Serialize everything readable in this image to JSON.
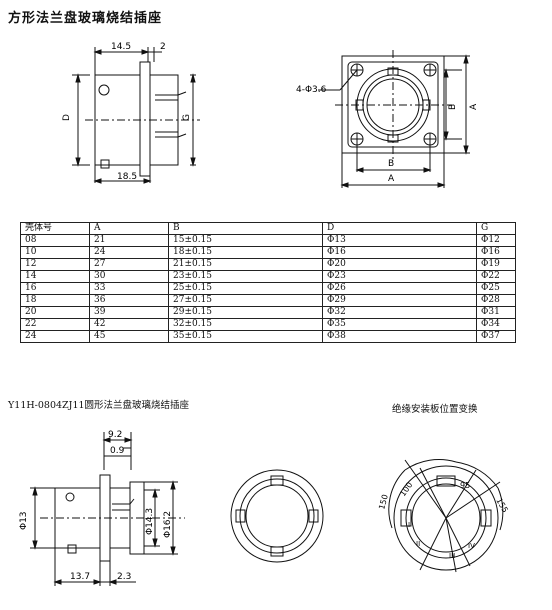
{
  "title": "方形法兰盘玻璃烧结插座",
  "top_side_view": {
    "dim_width": "14.5",
    "dim_flange": "2",
    "dim_bottom": "18.5",
    "label_d": "D",
    "label_g": "G"
  },
  "top_front_view": {
    "hole_label": "4-Φ3.6",
    "label_a": "A",
    "label_b": "B"
  },
  "table": {
    "headers": [
      "壳体号",
      "A",
      "B",
      "D",
      "G"
    ],
    "rows": [
      [
        "08",
        "21",
        "15±0.15",
        "Φ13",
        "Φ12"
      ],
      [
        "10",
        "24",
        "18±0.15",
        "Φ16",
        "Φ16"
      ],
      [
        "12",
        "27",
        "21±0.15",
        "Φ20",
        "Φ19"
      ],
      [
        "14",
        "30",
        "23±0.15",
        "Φ23",
        "Φ22"
      ],
      [
        "16",
        "33",
        "25±0.15",
        "Φ26",
        "Φ25"
      ],
      [
        "18",
        "36",
        "27±0.15",
        "Φ29",
        "Φ28"
      ],
      [
        "20",
        "39",
        "29±0.15",
        "Φ32",
        "Φ31"
      ],
      [
        "22",
        "42",
        "32±0.15",
        "Φ35",
        "Φ34"
      ],
      [
        "24",
        "45",
        "35±0.15",
        "Φ38",
        "Φ37"
      ]
    ]
  },
  "bottom_left_caption": "Y11H-0804ZJ11圆形法兰盘玻璃烧结插座",
  "bottom_right_caption": "绝缘安装板位置变换",
  "bottom_side_view": {
    "dim_top": "9.2",
    "dim_small": "0.9",
    "dim_left": "Φ13",
    "dim_inner": "Φ14.3",
    "dim_outer": "Φ16.2",
    "dim_bottom_left": "13.7",
    "dim_bottom_right": "2.3"
  },
  "rotation_view": {
    "angle_150": "150",
    "angle_100": "100",
    "angle_95": "95",
    "angle_155": "155",
    "mark_i": "I",
    "mark_ii": "II",
    "mark_iii": "III",
    "mark_iv": "IV"
  }
}
